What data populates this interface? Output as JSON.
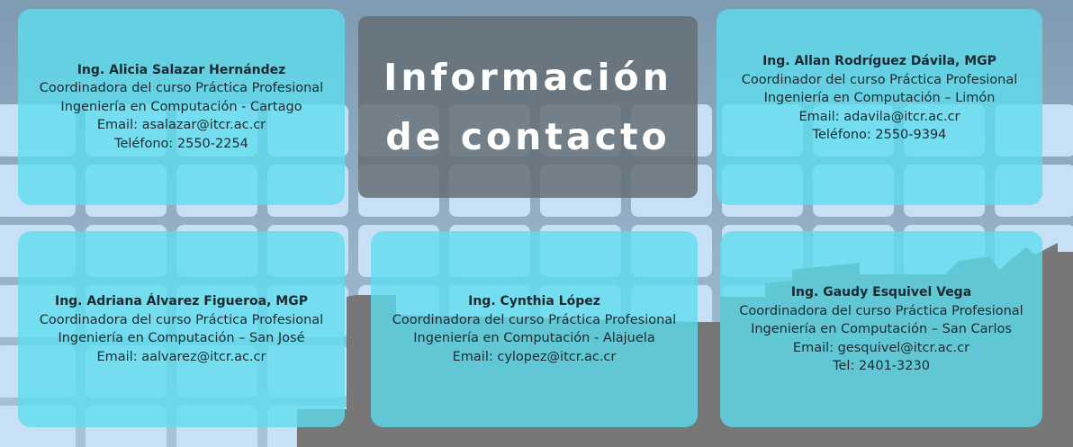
{
  "title": {
    "line1": "Información",
    "line2": "de contacto"
  },
  "colors": {
    "card": "#5cdeee",
    "title_box": "#646e76",
    "skyline": "#777777",
    "background": "#c4ddf2"
  },
  "contacts": [
    {
      "name": "Ing. Alicia Salazar Hernández",
      "role": "Coordinadora del curso Práctica Profesional",
      "campus": "Ingeniería en Computación - Cartago",
      "email": "Email: asalazar@itcr.ac.cr",
      "phone": "Teléfono: 2550-2254"
    },
    {
      "name": "Ing. Allan Rodríguez Dávila, MGP",
      "role": "Coordinador del curso Práctica Profesional",
      "campus": "Ingeniería en Computación – Limón",
      "email": "Email: adavila@itcr.ac.cr",
      "phone": "Teléfono: 2550-9394"
    },
    {
      "name": "Ing. Adriana Álvarez Figueroa, MGP",
      "role": "Coordinadora del curso Práctica Profesional",
      "campus": "Ingeniería en Computación – San José",
      "email": "Email: aalvarez@itcr.ac.cr"
    },
    {
      "name": "Ing. Cynthia López",
      "role": "Coordinadora del curso Práctica Profesional",
      "campus": "Ingeniería en Computación - Alajuela",
      "email": "Email: cylopez@itcr.ac.cr"
    },
    {
      "name": "Ing. Gaudy Esquivel Vega",
      "role": "Coordinadora del curso Práctica Profesional",
      "campus": "Ingeniería en Computación – San Carlos",
      "email": "Email: gesquivel@itcr.ac.cr",
      "phone": "Tel: 2401-3230"
    }
  ]
}
